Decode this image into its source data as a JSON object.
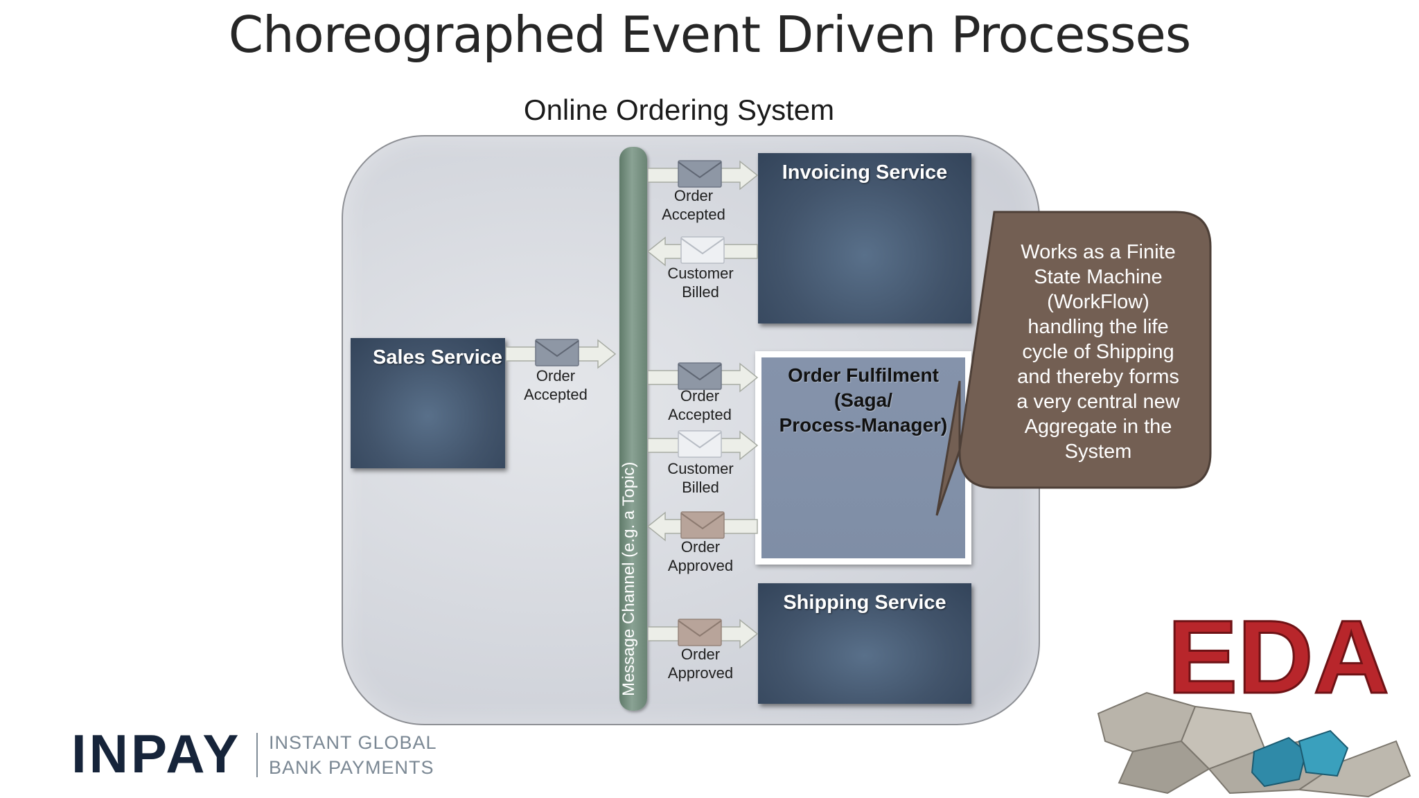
{
  "slide": {
    "title": "Choreographed Event Driven Processes",
    "subtitle": "Online Ordering System"
  },
  "diagram": {
    "channel_label": "Message Channel (e.g. a Topic)",
    "services": {
      "sales": "Sales Service",
      "invoicing": "Invoicing Service",
      "fulfilment": [
        "Order Fulfilment",
        "(Saga/",
        "Process-Manager)"
      ],
      "shipping": "Shipping Service"
    },
    "messages": [
      {
        "lines": [
          "Order",
          "Accepted"
        ],
        "color": "#8e97a5",
        "direction": "to-service"
      },
      {
        "lines": [
          "Customer",
          "Billed"
        ],
        "color": "#e8eaee",
        "direction": "to-channel"
      },
      {
        "lines": [
          "Order",
          "Accepted"
        ],
        "color": "#8e97a5",
        "direction": "to-channel"
      },
      {
        "lines": [
          "Order",
          "Accepted"
        ],
        "color": "#8e97a5",
        "direction": "to-service"
      },
      {
        "lines": [
          "Customer",
          "Billed"
        ],
        "color": "#e8eaee",
        "direction": "to-service"
      },
      {
        "lines": [
          "Order",
          "Approved"
        ],
        "color": "#b8a49a",
        "direction": "to-channel"
      },
      {
        "lines": [
          "Order",
          "Approved"
        ],
        "color": "#b8a49a",
        "direction": "to-service"
      }
    ]
  },
  "callout": {
    "lines": [
      "Works as a Finite",
      "State Machine",
      "(WorkFlow)",
      "handling the life",
      "cycle of Shipping",
      "and thereby forms",
      "a very central new",
      "Aggregate in the",
      "System"
    ],
    "fill": "#735f53"
  },
  "branding": {
    "logo": "INPAY",
    "tagline_1": "INSTANT GLOBAL",
    "tagline_2": "BANK PAYMENTS",
    "eda_logo": "EDA",
    "eda_color": "#b8262b"
  }
}
